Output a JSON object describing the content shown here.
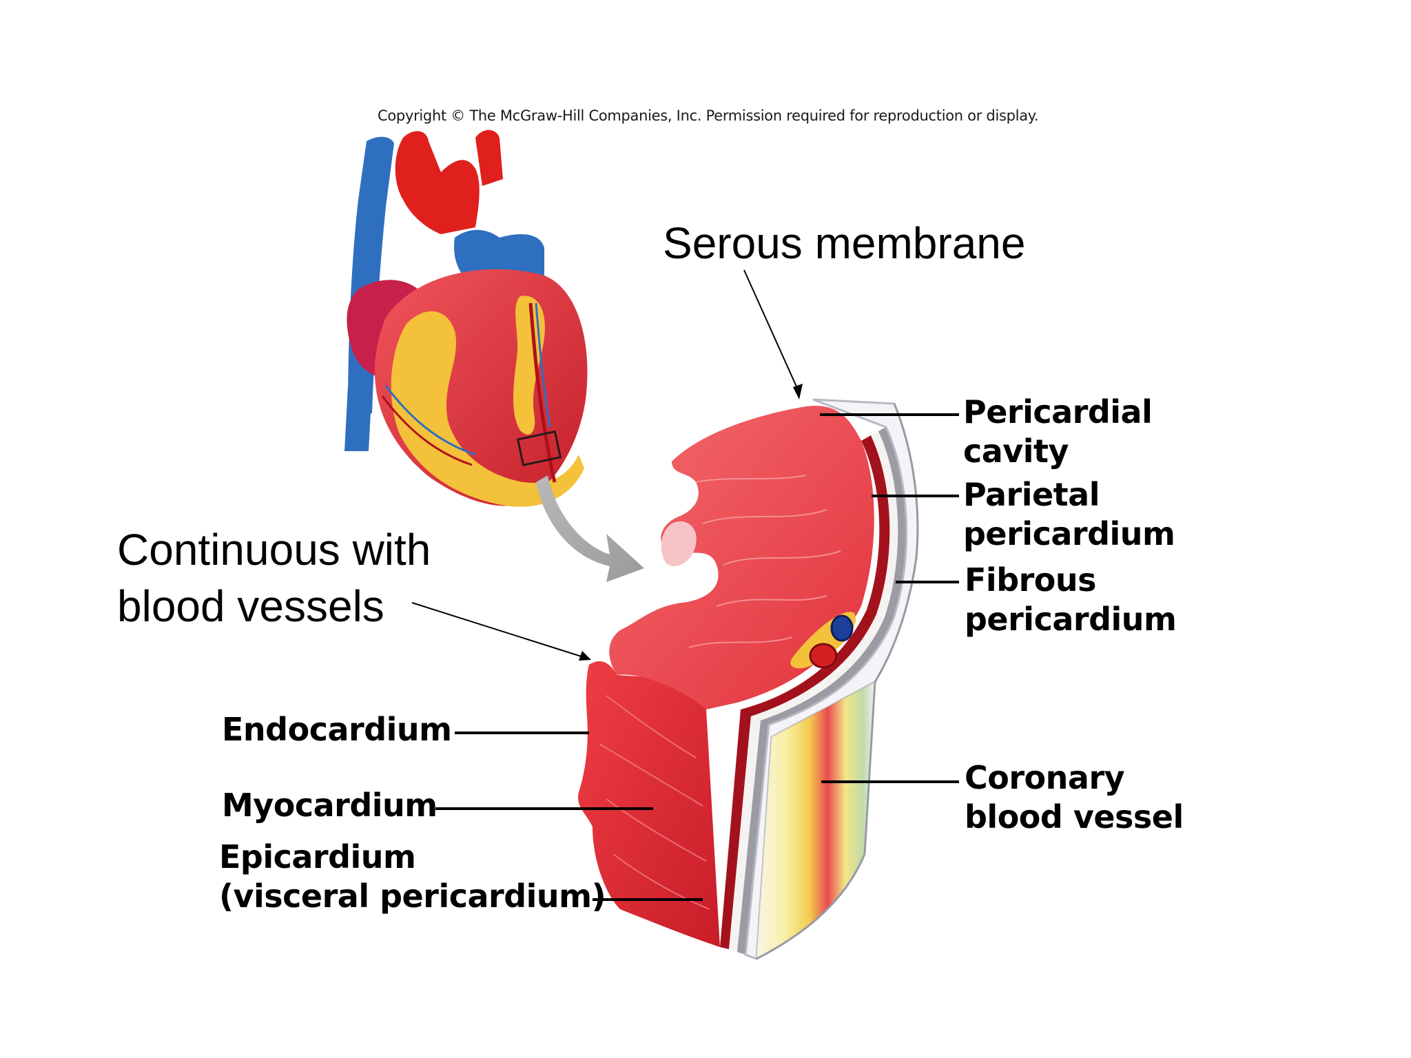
{
  "copyright": "Copyright © The McGraw-Hill Companies, Inc. Permission required for reproduction or display.",
  "annotations": {
    "serous_membrane": "Serous membrane",
    "continuous_line1": "Continuous with",
    "continuous_line2": "blood vessels"
  },
  "labels": {
    "pericardial_cavity_1": "Pericardial",
    "pericardial_cavity_2": "cavity",
    "parietal_1": "Parietal",
    "parietal_2": "pericardium",
    "fibrous_1": "Fibrous",
    "fibrous_2": "pericardium",
    "coronary_1": "Coronary",
    "coronary_2": "blood vessel",
    "endocardium": "Endocardium",
    "myocardium": "Myocardium",
    "epicardium_1": "Epicardium",
    "epicardium_2": "(visceral pericardium)"
  },
  "colors": {
    "myocardium": "#e8323d",
    "artery": "#e0201c",
    "vein": "#2f6fc0",
    "fat": "#f4c13a",
    "pericardium": "#ececf2"
  }
}
